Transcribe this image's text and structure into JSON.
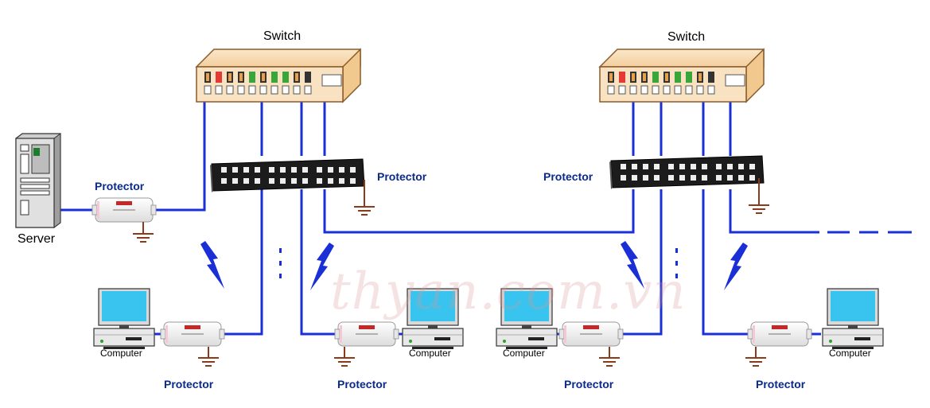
{
  "diagram": {
    "switch_label": "Switch",
    "protector_label": "Protector",
    "computer_label": "Computer",
    "server_label": "Server",
    "watermark": "thyan.com.vn"
  },
  "colors": {
    "link": "#1a2fd6",
    "ground": "#8b3a1a",
    "switch_body": "#f6dcb6",
    "switch_edge": "#8b5a2b",
    "panel": "#1c1c1c",
    "screen": "#3cc8f0",
    "surge_icon": "#1a2fd6"
  },
  "icons": [
    "switch-icon",
    "patch-panel-icon",
    "surge-protector-icon",
    "ground-icon",
    "computer-icon",
    "server-icon",
    "lightning-icon"
  ]
}
